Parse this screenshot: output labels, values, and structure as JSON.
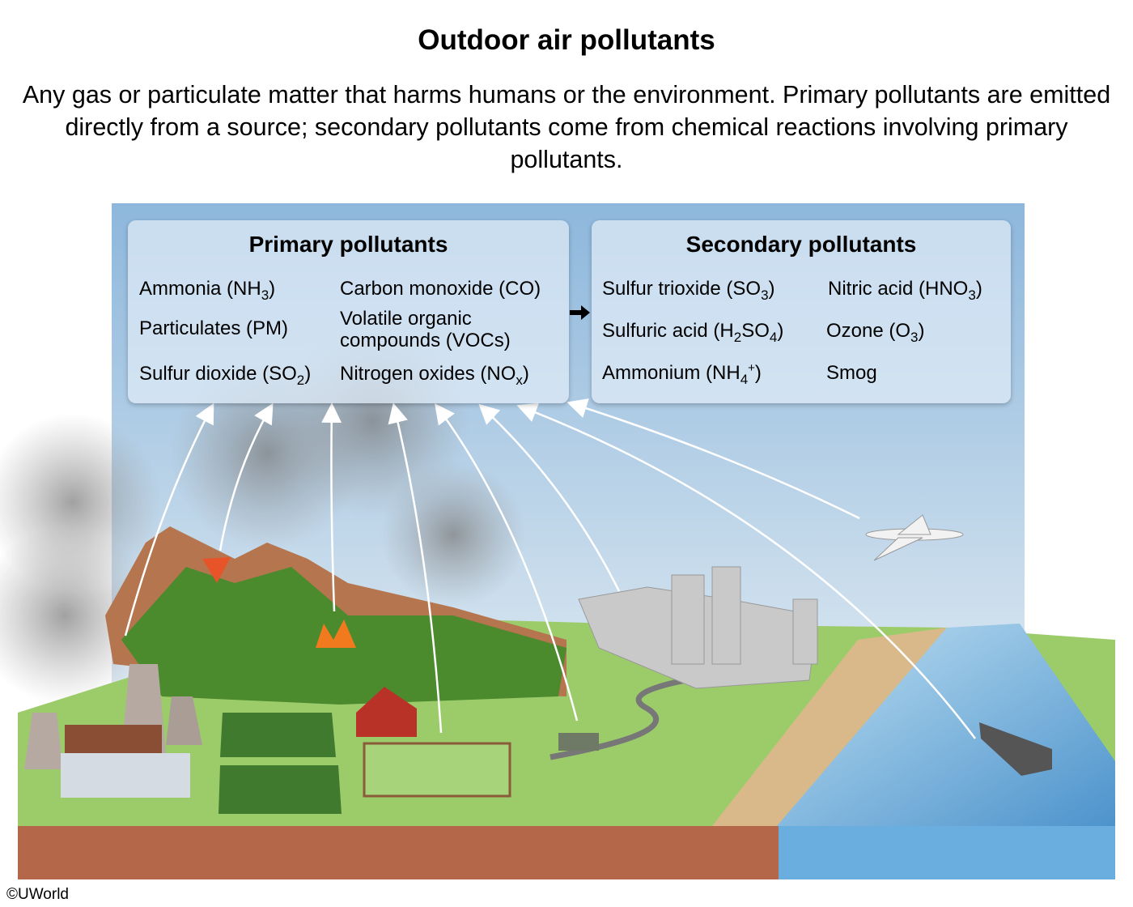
{
  "title": "Outdoor air pollutants",
  "description": "Any gas or particulate matter that harms humans or the environment. Primary pollutants are emitted directly from a source; secondary pollutants come from chemical reactions involving primary pollutants.",
  "primary": {
    "heading": "Primary pollutants",
    "items": [
      {
        "parts": [
          {
            "t": "Ammonia (NH"
          },
          {
            "sub": "3"
          },
          {
            "t": ")"
          }
        ]
      },
      {
        "parts": [
          {
            "t": "Carbon monoxide (CO)"
          }
        ]
      },
      {
        "parts": [
          {
            "t": "Particulates (PM)"
          }
        ]
      },
      {
        "parts": [
          {
            "t": "Volatile organic"
          },
          {
            "br": true
          },
          {
            "t": "compounds (VOCs)"
          }
        ]
      },
      {
        "parts": [
          {
            "t": "Sulfur dioxide (SO"
          },
          {
            "sub": "2"
          },
          {
            "t": ")"
          }
        ]
      },
      {
        "parts": [
          {
            "t": "Nitrogen oxides (NO"
          },
          {
            "sub": "x"
          },
          {
            "t": ")"
          }
        ]
      }
    ]
  },
  "secondary": {
    "heading": "Secondary pollutants",
    "items": [
      {
        "parts": [
          {
            "t": "Sulfur trioxide (SO"
          },
          {
            "sub": "3"
          },
          {
            "t": ")"
          }
        ]
      },
      {
        "parts": [
          {
            "t": "Nitric acid (HNO"
          },
          {
            "sub": "3"
          },
          {
            "t": ")"
          }
        ]
      },
      {
        "parts": [
          {
            "t": "Sulfuric acid (H"
          },
          {
            "sub": "2"
          },
          {
            "t": "SO"
          },
          {
            "sub": "4"
          },
          {
            "t": ")"
          }
        ]
      },
      {
        "parts": [
          {
            "t": "Ozone (O"
          },
          {
            "sub": "3"
          },
          {
            "t": ")"
          }
        ]
      },
      {
        "parts": [
          {
            "t": "Ammonium (NH"
          },
          {
            "sub": "4"
          },
          {
            "sup": "+"
          },
          {
            "t": ")"
          }
        ]
      },
      {
        "parts": [
          {
            "t": "Smog"
          }
        ]
      }
    ]
  },
  "copyright": "©UWorld",
  "colors": {
    "sky_top": "#8fb8dc",
    "sky_bottom": "#d8e6f0",
    "grass": "#9ccc6a",
    "soil": "#b5674a",
    "ocean": "#5b9fd4",
    "sand": "#d9b98a"
  }
}
